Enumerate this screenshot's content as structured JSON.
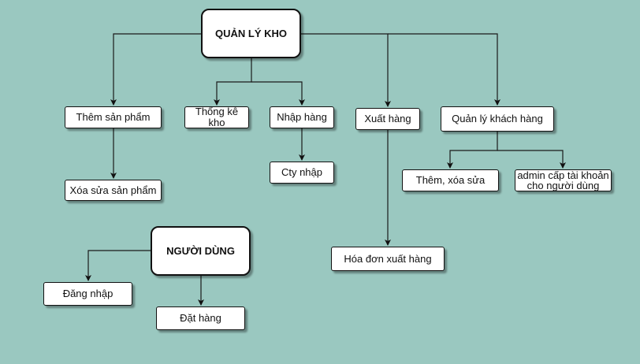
{
  "nodes": {
    "quan_ly_kho": "QUẢN LÝ KHO",
    "them_san_pham": "Thêm sản phẩm",
    "thong_ke_kho": "Thống kê kho",
    "nhap_hang": "Nhập hàng",
    "xuat_hang": "Xuất hàng",
    "quan_ly_khach_hang": "Quản lý khách hàng",
    "xoa_sua_san_pham": "Xóa sửa sản phẩm",
    "cty_nhap": "Cty nhập",
    "them_xoa_sua": "Thêm, xóa sửa",
    "admin_cap_tai_khoan": "admin cấp tài khoản cho người dùng",
    "hoa_don_xuat_hang": "Hóa đơn xuất hàng",
    "nguoi_dung": "NGƯỜI DÙNG",
    "dang_nhap": "Đăng nhập",
    "dat_hang": "Đặt hàng"
  },
  "edges": [
    {
      "from": "quan_ly_kho",
      "to": "them_san_pham"
    },
    {
      "from": "quan_ly_kho",
      "to": "thong_ke_kho"
    },
    {
      "from": "quan_ly_kho",
      "to": "nhap_hang"
    },
    {
      "from": "quan_ly_kho",
      "to": "xuat_hang"
    },
    {
      "from": "quan_ly_kho",
      "to": "quan_ly_khach_hang"
    },
    {
      "from": "them_san_pham",
      "to": "xoa_sua_san_pham"
    },
    {
      "from": "nhap_hang",
      "to": "cty_nhap"
    },
    {
      "from": "quan_ly_khach_hang",
      "to": "them_xoa_sua"
    },
    {
      "from": "quan_ly_khach_hang",
      "to": "admin_cap_tai_khoan"
    },
    {
      "from": "xuat_hang",
      "to": "hoa_don_xuat_hang"
    },
    {
      "from": "nguoi_dung",
      "to": "dang_nhap"
    },
    {
      "from": "nguoi_dung",
      "to": "dat_hang"
    }
  ],
  "colors": {
    "background": "#9ac8c0",
    "node_fill": "#ffffff",
    "stroke": "#111111"
  }
}
